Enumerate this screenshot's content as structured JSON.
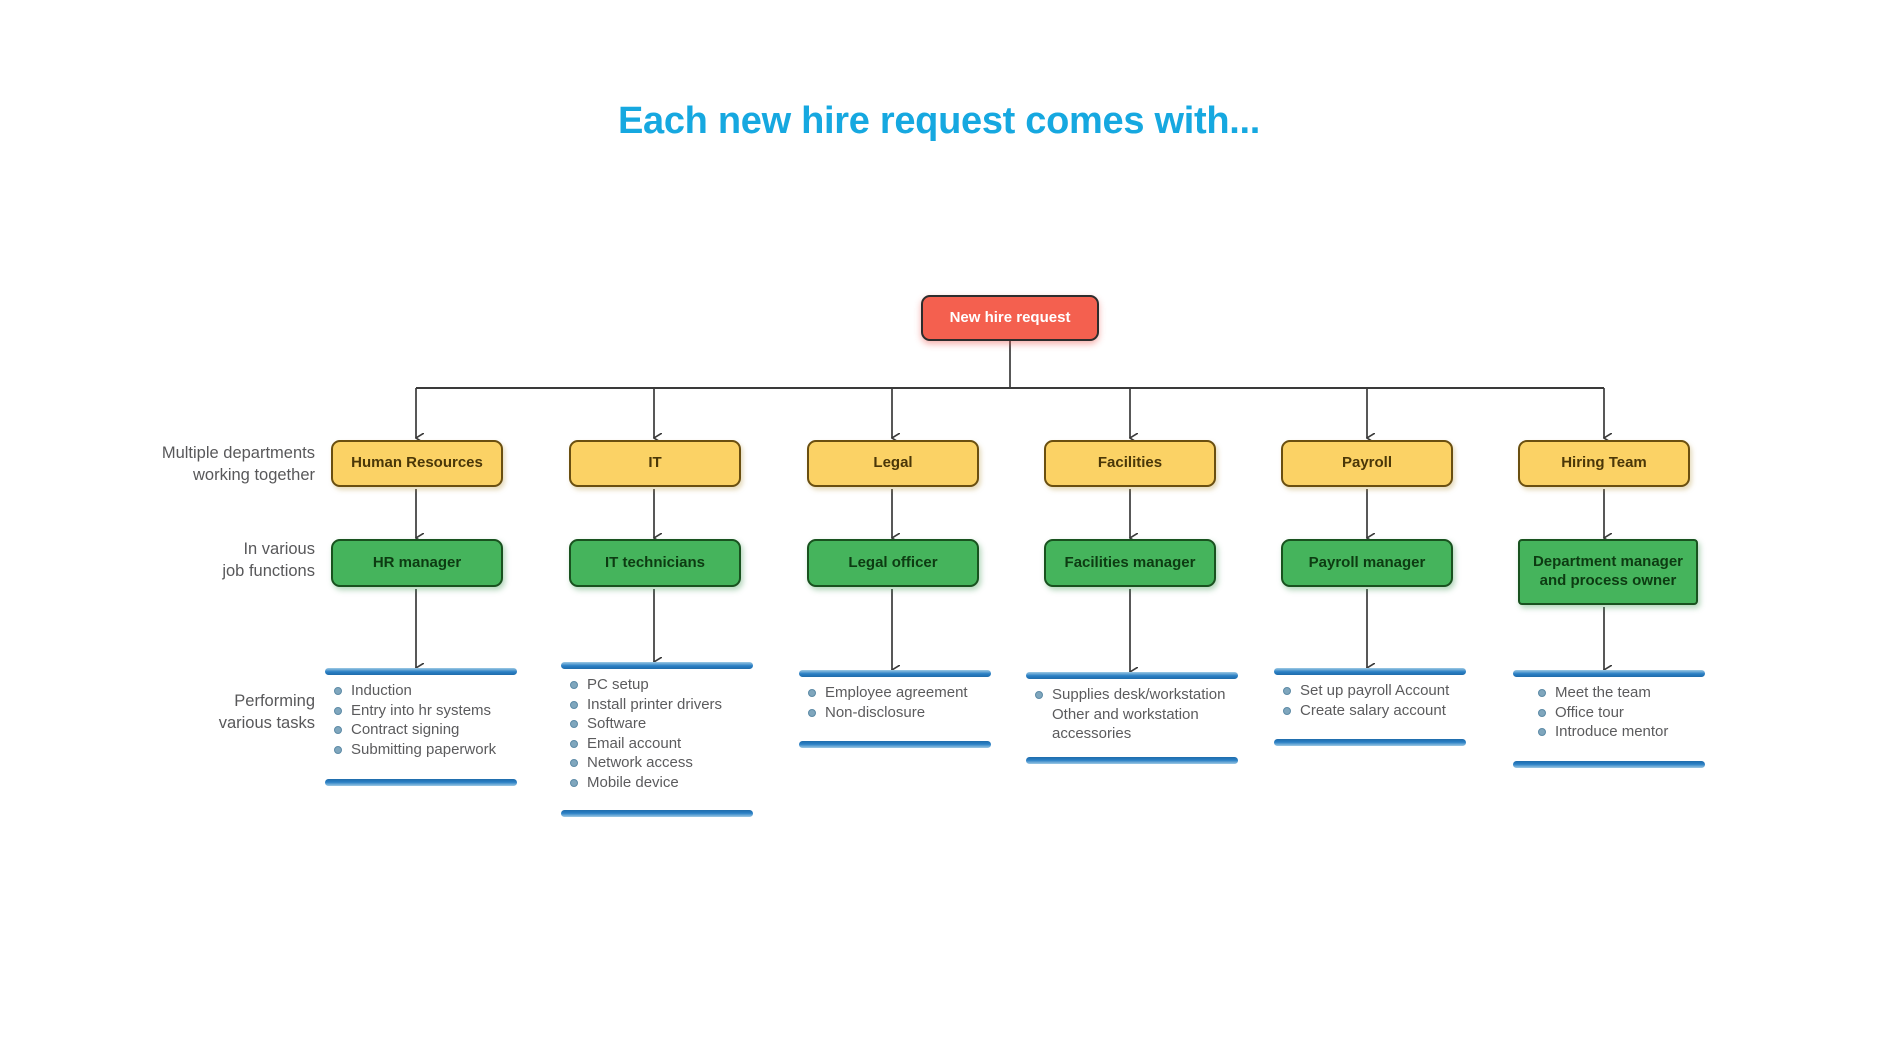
{
  "title": "Each new hire request comes with...",
  "accent_color": "#16a8e0",
  "row_labels": {
    "departments": "Multiple departments\nworking together",
    "functions": "In various\njob functions",
    "tasks": "Performing\nvarious tasks"
  },
  "root": {
    "label": "New hire request",
    "color": "#f4604f"
  },
  "colors": {
    "department_fill": "#fbd265",
    "role_fill": "#45b45c",
    "brace": "#2a7fc4",
    "bullet": "#7fa6bd"
  },
  "columns": [
    {
      "department": "Human Resources",
      "role": "HR manager",
      "tasks": [
        "Induction",
        "Entry into hr systems",
        "Contract signing",
        "Submitting paperwork"
      ]
    },
    {
      "department": "IT",
      "role": "IT technicians",
      "tasks": [
        "PC setup",
        "Install printer drivers",
        "Software",
        "Email account",
        "Network access",
        "Mobile device"
      ]
    },
    {
      "department": "Legal",
      "role": "Legal officer",
      "tasks": [
        "Employee agreement",
        "Non-disclosure"
      ]
    },
    {
      "department": "Facilities",
      "role": "Facilities manager",
      "tasks": [
        "Supplies desk/workstation Other and workstation accessories"
      ]
    },
    {
      "department": "Payroll",
      "role": "Payroll manager",
      "tasks": [
        "Set up payroll Account",
        "Create salary account"
      ]
    },
    {
      "department": "Hiring Team",
      "role": "Department manager\nand process owner",
      "tasks": [
        "Meet the team",
        "Office tour",
        "Introduce mentor"
      ]
    }
  ]
}
